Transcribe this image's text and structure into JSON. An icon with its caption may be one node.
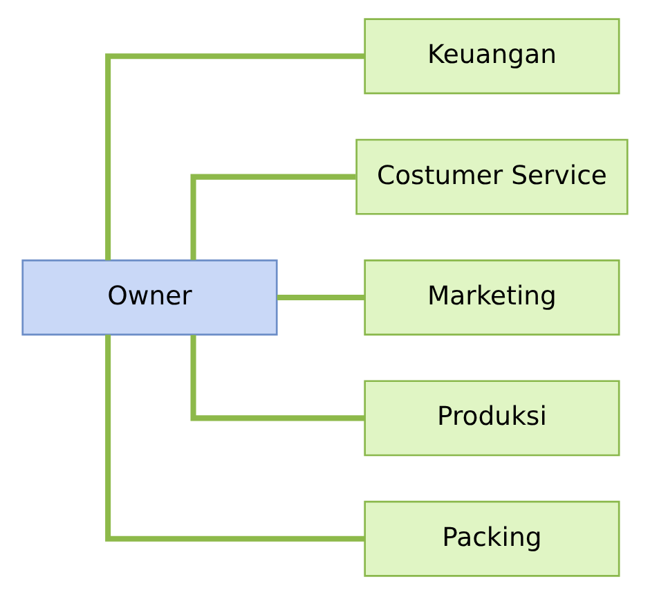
{
  "diagram": {
    "nodes": [
      {
        "text": [
          "Owner"
        ]
      },
      {
        "text": [
          "Keuangan"
        ]
      },
      {
        "text": [
          "Costumer Service"
        ]
      },
      {
        "text": [
          "Marketing"
        ]
      },
      {
        "text": [
          "Produksi"
        ]
      },
      {
        "text": [
          "Packing"
        ]
      }
    ],
    "edges": [
      {
        "from": 0,
        "to": 1,
        "arrow": "none"
      },
      {
        "from": 0,
        "to": 2,
        "arrow": "none"
      },
      {
        "from": 0,
        "to": 3,
        "arrow": "none"
      },
      {
        "from": 0,
        "to": 4,
        "arrow": "none"
      },
      {
        "from": 0,
        "to": 5,
        "arrow": "none"
      }
    ]
  }
}
